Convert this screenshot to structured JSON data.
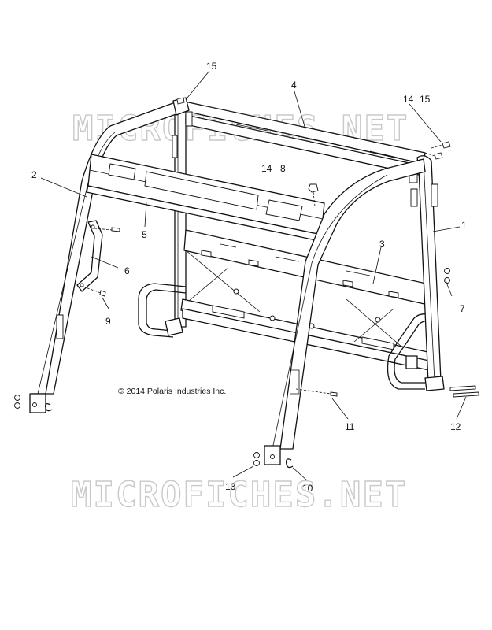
{
  "copyright": "© 2014 Polaris Industries Inc.",
  "watermark": "MICROFICHES.NET",
  "callouts": {
    "c1": "1",
    "c2": "2",
    "c3": "3",
    "c4": "4",
    "c5": "5",
    "c6": "6",
    "c7": "7",
    "c8": "8",
    "c9": "9",
    "c10": "10",
    "c11": "11",
    "c12": "12",
    "c13": "13",
    "c14a": "14",
    "c14b": "14",
    "c15a": "15",
    "c15b": "15"
  }
}
